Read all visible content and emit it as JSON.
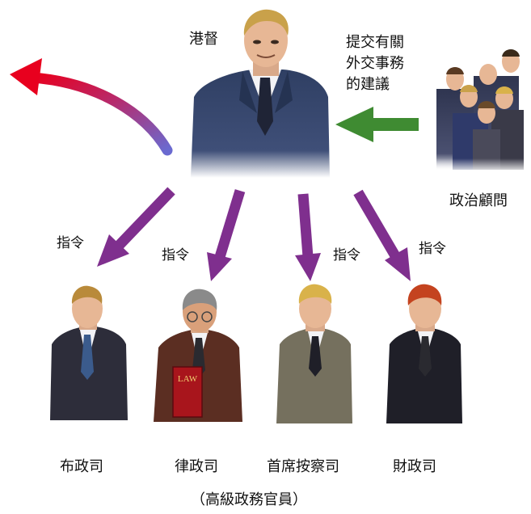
{
  "governor": {
    "title": "港督"
  },
  "advisers": {
    "label": "政治顧問",
    "advice_lines": [
      "提交有關",
      "外交事務",
      "的建議"
    ]
  },
  "instruction_label": "指令",
  "officials": [
    {
      "title": "布政司"
    },
    {
      "title": "律政司",
      "book_text": "LAW"
    },
    {
      "title": "首席按察司"
    },
    {
      "title": "財政司"
    }
  ],
  "officials_caption": "（高級政務官員）",
  "colors": {
    "governor_suit": "#2f3f63",
    "adviser_suits": "#2f3550",
    "instruction_arrow": "#7f2f8e",
    "advice_arrow": "#3f8b32",
    "outgoing_arrow_start": "#e8001e",
    "outgoing_arrow_end": "#6a6ad0",
    "cs_suit": "#2d2d3a",
    "sj_suit": "#5b2e22",
    "cj_suit": "#75705e",
    "fs_suit": "#1f1f28"
  }
}
